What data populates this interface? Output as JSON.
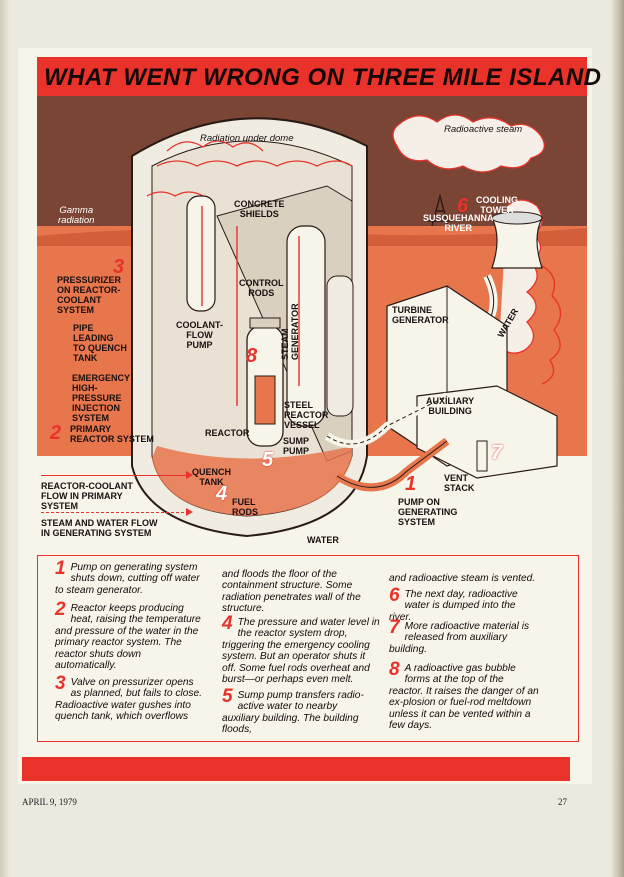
{
  "title": "WHAT WENT WRONG ON THREE MILE ISLAND",
  "labels": {
    "radiation_dome": "Radiation under dome",
    "radioactive_steam": "Radioactive steam",
    "gamma": "Gamma\nradiation",
    "concrete": "CONCRETE\nSHIELDS",
    "cooling_tower": "COOLING\nTOWER",
    "river": "SUSQUEHANNA\nRIVER",
    "pressurizer": "PRESSURIZER\nON REACTOR-\nCOOLANT\nSYSTEM",
    "control_rods": "CONTROL\nRODS",
    "turbine": "TURBINE\nGENERATOR",
    "pipe": "PIPE\nLEADING\nTO QUENCH\nTANK",
    "coolant_pump": "COOLANT-\nFLOW\nPUMP",
    "water_right": "WATER",
    "emergency": "EMERGENCY\nHIGH-\nPRESSURE\nINJECTION\nSYSTEM",
    "steam_gen": "STEAM\nGENERATOR",
    "steel_vessel": "STEEL\nREACTOR\nVESSEL",
    "auxiliary": "AUXILIARY\nBUILDING",
    "primary": "PRIMARY\nREACTOR SYSTEM",
    "reactor": "REACTOR",
    "sump_pump": "SUMP\nPUMP",
    "quench": "QUENCH\nTANK",
    "vent": "VENT\nSTACK",
    "fuel_rods": "FUEL\nRODS",
    "pump_gen": "PUMP ON\nGENERATING\nSYSTEM",
    "water_bottom": "WATER"
  },
  "markers": {
    "n2": "2",
    "n3": "3",
    "n4": "4",
    "n5": "5",
    "n6": "6",
    "n7": "7",
    "n8": "8",
    "n1": "1"
  },
  "legend": {
    "primary_flow": "REACTOR-COOLANT\nFLOW IN PRIMARY\nSYSTEM",
    "generating_flow": "STEAM AND WATER FLOW\nIN GENERATING SYSTEM"
  },
  "steps": [
    {
      "num": "1",
      "text": "Pump on generating system shuts down, cutting off water to steam generator."
    },
    {
      "num": "2",
      "text": "Reactor keeps producing heat, raising the temperature and pressure of the water in the primary reactor system. The reactor shuts down automatically."
    },
    {
      "num": "3",
      "text": "Valve on pressurizer opens as planned, but fails to close. Radioactive water gushes into quench tank, which overflows"
    },
    {
      "num": "",
      "text": "and floods the floor of the containment structure. Some radiation penetrates wall of the structure."
    },
    {
      "num": "4",
      "text": "The pressure and water level in the reactor system drop, triggering the emergency cooling system. But an operator shuts it off. Some fuel rods overheat and burst—or perhaps even melt."
    },
    {
      "num": "5",
      "text": "Sump pump transfers radio-active water to nearby auxiliary building. The building floods,"
    },
    {
      "num": "",
      "text": "and radioactive steam is vented."
    },
    {
      "num": "6",
      "text": "The next day, radioactive water is dumped into the river."
    },
    {
      "num": "7",
      "text": "More radioactive material is released from auxiliary building."
    },
    {
      "num": "8",
      "text": "A radioactive gas bubble forms at the top of the reactor. It raises the danger of an ex-plosion or fuel-rod meltdown unless it can be vented within a few days."
    }
  ],
  "footer": {
    "date": "APRIL 9, 1979",
    "page": "27"
  },
  "colors": {
    "accent": "#e8322a",
    "brown": "#7a4535",
    "orange": "#e8764d"
  }
}
